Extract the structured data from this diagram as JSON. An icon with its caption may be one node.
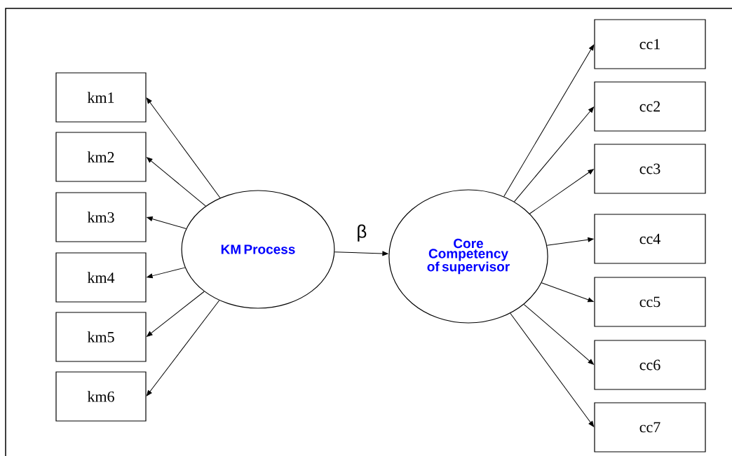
{
  "diagram": {
    "nodes": [
      {
        "text": [
          "KM Process"
        ]
      },
      {
        "text": [
          "Core Competency of supervisor"
        ]
      },
      {
        "text": [
          "km1"
        ]
      },
      {
        "text": [
          "km2"
        ]
      },
      {
        "text": [
          "km3"
        ]
      },
      {
        "text": [
          "km4"
        ]
      },
      {
        "text": [
          "km5"
        ]
      },
      {
        "text": [
          "km6"
        ]
      },
      {
        "text": [
          "cc1"
        ]
      },
      {
        "text": [
          "cc2"
        ]
      },
      {
        "text": [
          "cc3"
        ]
      },
      {
        "text": [
          "cc4"
        ]
      },
      {
        "text": [
          "cc5"
        ]
      },
      {
        "text": [
          "cc6"
        ]
      },
      {
        "text": [
          "cc7"
        ]
      }
    ],
    "edges": [
      {
        "from": 0,
        "to": 2,
        "arrow": "to"
      },
      {
        "from": 0,
        "to": 3,
        "arrow": "to"
      },
      {
        "from": 0,
        "to": 4,
        "arrow": "to"
      },
      {
        "from": 0,
        "to": 5,
        "arrow": "to"
      },
      {
        "from": 0,
        "to": 6,
        "arrow": "to"
      },
      {
        "from": 0,
        "to": 7,
        "arrow": "to"
      },
      {
        "from": 0,
        "to": 1,
        "arrow": "to",
        "label": "β"
      },
      {
        "from": 1,
        "to": 8,
        "arrow": "to"
      },
      {
        "from": 1,
        "to": 9,
        "arrow": "to"
      },
      {
        "from": 1,
        "to": 10,
        "arrow": "to"
      },
      {
        "from": 1,
        "to": 11,
        "arrow": "to"
      },
      {
        "from": 1,
        "to": 12,
        "arrow": "to"
      },
      {
        "from": 1,
        "to": 13,
        "arrow": "to"
      },
      {
        "from": 1,
        "to": 14,
        "arrow": "to"
      }
    ]
  }
}
